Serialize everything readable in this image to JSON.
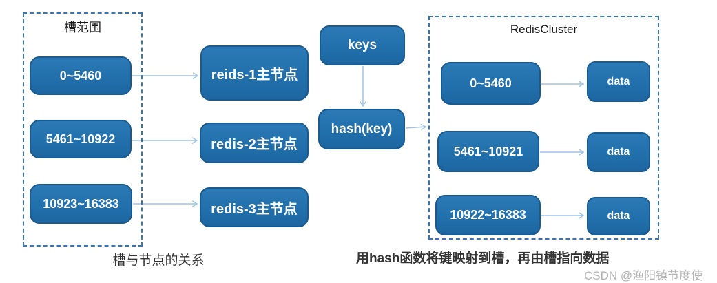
{
  "colors": {
    "box_fill": "#2170ac",
    "box_border": "#1a5a8e",
    "dashed_border": "#3576b4",
    "arrow": "#9dc3e6",
    "box_text": "#ffffff",
    "caption_text": "#333333",
    "watermark_text": "#b3b3b3"
  },
  "left_panel": {
    "title": "槽范围",
    "slots": [
      "0~5460",
      "5461~10922",
      "10923~16383"
    ],
    "caption": "槽与节点的关系"
  },
  "nodes": [
    "reids-1主节点",
    "redis-2主节点",
    "redis-3主节点"
  ],
  "middle": {
    "keys_label": "keys",
    "hash_label": "hash(key)"
  },
  "right_panel": {
    "title": "RedisCluster",
    "slots": [
      "0~5460",
      "5461~10921",
      "10922~16383"
    ],
    "data_label": "data",
    "caption": "用hash函数将键映射到槽，再由槽指向数据"
  },
  "watermark": "CSDN @渔阳镇节度使"
}
